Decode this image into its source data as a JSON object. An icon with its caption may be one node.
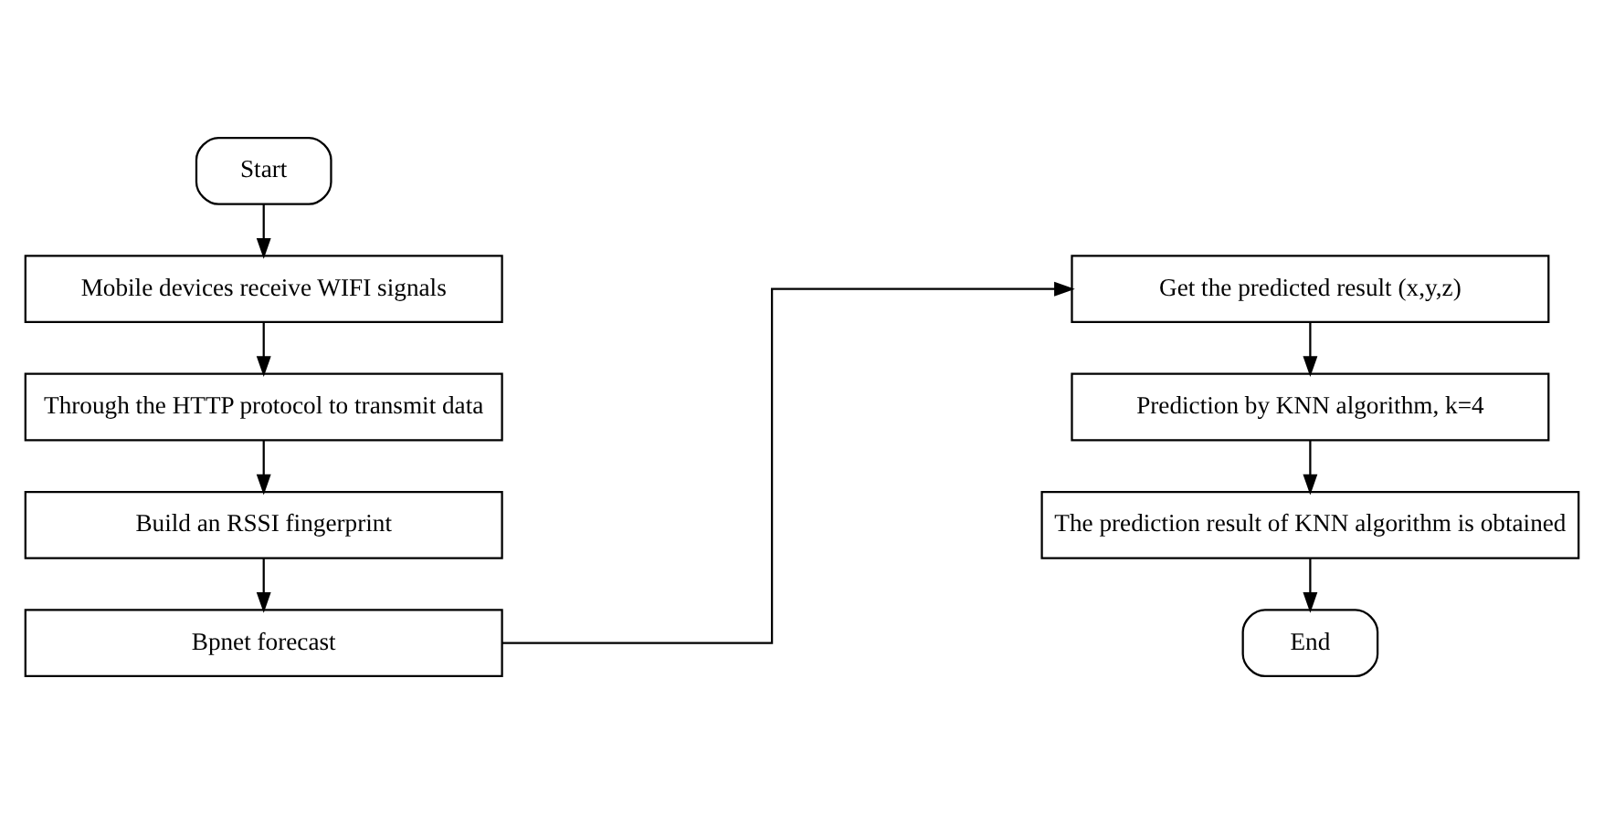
{
  "diagram": {
    "nodes": [
      {
        "text": [
          "Start"
        ]
      },
      {
        "text": [
          "Mobile devices receive WIFI signals"
        ]
      },
      {
        "text": [
          "Through the HTTP protocol to transmit data"
        ]
      },
      {
        "text": [
          "Build an RSSI fingerprint"
        ]
      },
      {
        "text": [
          "Bpnet forecast"
        ]
      },
      {
        "text": [
          "Get the predicted result (x,y,z)"
        ]
      },
      {
        "text": [
          "Prediction by KNN algorithm, k=4"
        ]
      },
      {
        "text": [
          "The prediction result of KNN algorithm is obtained"
        ]
      },
      {
        "text": [
          "End"
        ]
      }
    ],
    "edges": [
      {
        "from": 0,
        "to": 1,
        "arrow": "to"
      },
      {
        "from": 1,
        "to": 2,
        "arrow": "to"
      },
      {
        "from": 2,
        "to": 3,
        "arrow": "to"
      },
      {
        "from": 3,
        "to": 4,
        "arrow": "to"
      },
      {
        "from": 4,
        "to": 5,
        "arrow": "to"
      },
      {
        "from": 5,
        "to": 6,
        "arrow": "to"
      },
      {
        "from": 6,
        "to": 7,
        "arrow": "to"
      },
      {
        "from": 7,
        "to": 8,
        "arrow": "to"
      }
    ]
  }
}
